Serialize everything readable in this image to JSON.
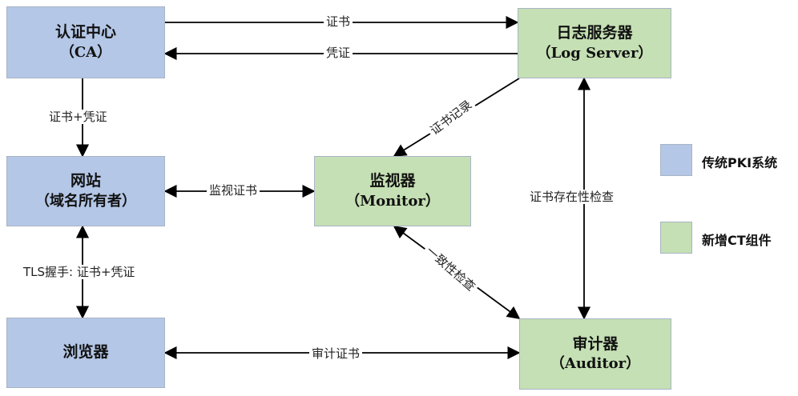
{
  "colors": {
    "pki": "#b4c7e7",
    "ct": "#c5e0b4",
    "border": "#a8b4c4",
    "arrow": "#000000"
  },
  "nodes": {
    "ca": {
      "line1": "认证中心",
      "line2": "（CA）",
      "group": "pki"
    },
    "log_server": {
      "line1": "日志服务器",
      "line2": "（Log Server）",
      "group": "ct"
    },
    "website": {
      "line1": "网站",
      "line2": "（域名所有者）",
      "group": "pki"
    },
    "monitor": {
      "line1": "监视器",
      "line2": "（Monitor）",
      "group": "ct"
    },
    "browser": {
      "line1": "浏览器",
      "line2": "",
      "group": "pki"
    },
    "auditor": {
      "line1": "审计器",
      "line2": "（Auditor）",
      "group": "ct"
    }
  },
  "edges": [
    {
      "id": "ca-to-log",
      "from": "ca",
      "to": "log_server",
      "label": "证书",
      "direction": "forward"
    },
    {
      "id": "log-to-ca",
      "from": "log_server",
      "to": "ca",
      "label": "凭证",
      "direction": "forward"
    },
    {
      "id": "ca-to-website",
      "from": "ca",
      "to": "website",
      "label": "证书+凭证",
      "direction": "forward"
    },
    {
      "id": "log-to-monitor",
      "from": "log_server",
      "to": "monitor",
      "label": "证书记录",
      "direction": "forward"
    },
    {
      "id": "website-monitor",
      "from": "website",
      "to": "monitor",
      "label": "监视证书",
      "direction": "both"
    },
    {
      "id": "log-auditor",
      "from": "log_server",
      "to": "auditor",
      "label": "证书存在性检查",
      "direction": "both"
    },
    {
      "id": "website-browser",
      "from": "website",
      "to": "browser",
      "label": "TLS握手: 证书+凭证",
      "direction": "both"
    },
    {
      "id": "monitor-auditor",
      "from": "monitor",
      "to": "auditor",
      "label": "一致性检查",
      "direction": "both"
    },
    {
      "id": "browser-auditor",
      "from": "browser",
      "to": "auditor",
      "label": "审计证书",
      "direction": "both"
    }
  ],
  "legend": [
    {
      "label": "传统PKI系统",
      "color": "#b4c7e7"
    },
    {
      "label": "新增CT组件",
      "color": "#c5e0b4"
    }
  ]
}
